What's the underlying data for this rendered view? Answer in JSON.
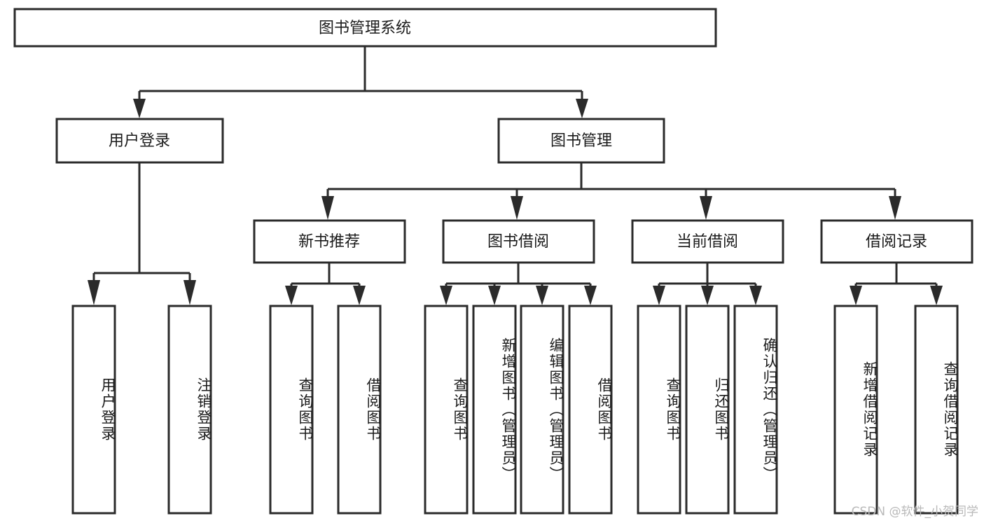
{
  "diagram": {
    "title": "图书管理系统",
    "type": "tree-hierarchy",
    "watermark": "CSDN @软件_小贺同学",
    "colors": {
      "stroke": "#2b2b2b",
      "box_fill": "#ffffff",
      "text": "#1b1b1b",
      "background": "#ffffff",
      "watermark": "#b9b9b9"
    },
    "root": {
      "label": "图书管理系统"
    },
    "level2": [
      {
        "label": "用户登录"
      },
      {
        "label": "图书管理"
      }
    ],
    "level3": [
      {
        "label": "新书推荐"
      },
      {
        "label": "图书借阅"
      },
      {
        "label": "当前借阅"
      },
      {
        "label": "借阅记录"
      }
    ],
    "leaves": {
      "user_login": [
        {
          "label": "用户登录"
        },
        {
          "label": "注销登录"
        }
      ],
      "new_book": [
        {
          "label": "查询图书"
        },
        {
          "label": "借阅图书"
        }
      ],
      "book_borrow": [
        {
          "label": "查询图书"
        },
        {
          "label": "新增图书（管理员）"
        },
        {
          "label": "编辑图书（管理员）"
        },
        {
          "label": "借阅图书"
        }
      ],
      "current_borrow": [
        {
          "label": "查询图书"
        },
        {
          "label": "归还图书"
        },
        {
          "label": "确认归还（管理员）"
        }
      ],
      "borrow_record": [
        {
          "label": "新增借阅记录"
        },
        {
          "label": "查询借阅记录"
        }
      ]
    }
  }
}
